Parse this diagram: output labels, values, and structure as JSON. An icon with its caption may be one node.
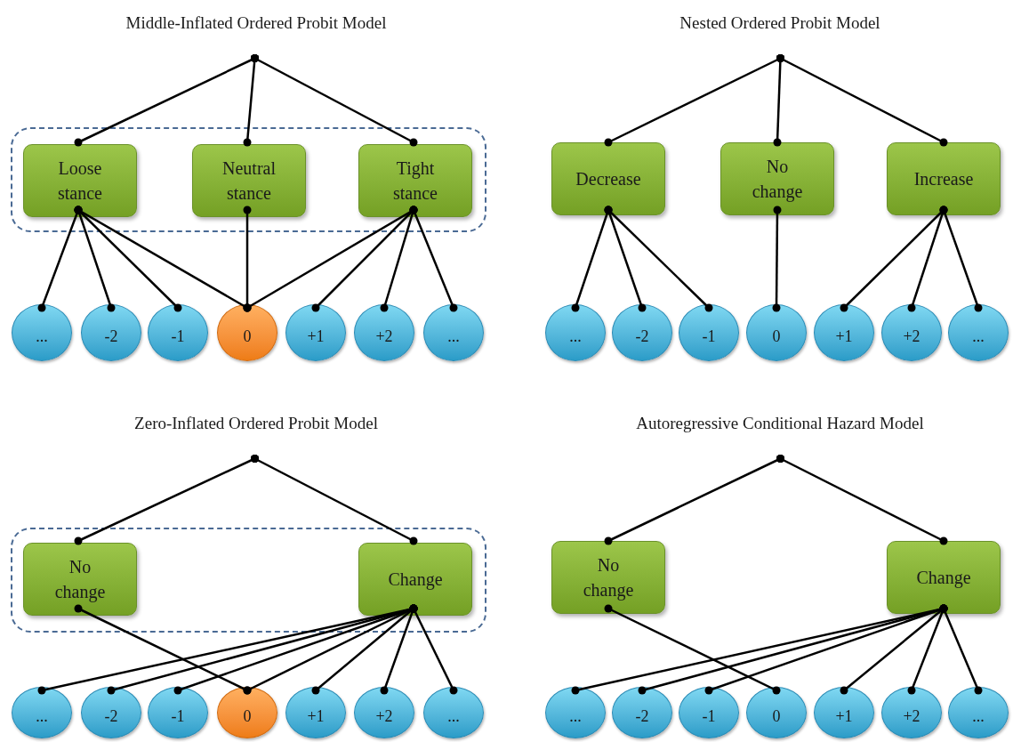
{
  "diagram": {
    "nodes": [
      {
        "text": [],
        "shape": "circle"
      },
      {
        "text": [],
        "shape": "box"
      },
      {
        "text": [
          "Loose stance"
        ],
        "in": 1
      },
      {
        "text": [
          "Neutral stance"
        ],
        "in": 1
      },
      {
        "text": [
          "Tight stance"
        ],
        "in": 1
      },
      {
        "text": [
          "..."
        ]
      },
      {
        "text": [
          "-2"
        ]
      },
      {
        "text": [
          "-1"
        ]
      },
      {
        "text": [
          "0"
        ]
      },
      {
        "text": [
          "+1"
        ]
      },
      {
        "text": [
          "+2"
        ]
      },
      {
        "text": [
          "..."
        ]
      },
      {
        "text": [],
        "shape": "circle"
      },
      {
        "text": [
          "Decrease"
        ]
      },
      {
        "text": [
          "No change"
        ]
      },
      {
        "text": [
          "Increase"
        ]
      },
      {
        "text": [
          "..."
        ]
      },
      {
        "text": [
          "-2"
        ]
      },
      {
        "text": [
          "-1"
        ]
      },
      {
        "text": [
          "0"
        ]
      },
      {
        "text": [
          "+1"
        ]
      },
      {
        "text": [
          "+2"
        ]
      },
      {
        "text": [
          "..."
        ]
      },
      {
        "text": [],
        "shape": "circle"
      },
      {
        "text": [],
        "shape": "box"
      },
      {
        "text": [
          "No change"
        ],
        "in": 24
      },
      {
        "text": [
          "Change"
        ],
        "in": 24
      },
      {
        "text": [
          "..."
        ]
      },
      {
        "text": [
          "-2"
        ]
      },
      {
        "text": [
          "-1"
        ]
      },
      {
        "text": [
          "0"
        ]
      },
      {
        "text": [
          "+1"
        ]
      },
      {
        "text": [
          "+2"
        ]
      },
      {
        "text": [
          "..."
        ]
      },
      {
        "text": [],
        "shape": "circle"
      },
      {
        "text": [
          "No change"
        ]
      },
      {
        "text": [
          "Change"
        ]
      },
      {
        "text": [
          "..."
        ]
      },
      {
        "text": [
          "-2"
        ]
      },
      {
        "text": [
          "-1"
        ]
      },
      {
        "text": [
          "0"
        ]
      },
      {
        "text": [
          "+1"
        ]
      },
      {
        "text": [
          "+2"
        ]
      },
      {
        "text": [
          "..."
        ]
      }
    ],
    "edges": [
      {
        "from": 0,
        "to": 2,
        "arrow": "other"
      },
      {
        "from": 0,
        "to": 3,
        "arrow": "other"
      },
      {
        "from": 0,
        "to": 4,
        "arrow": "other"
      },
      {
        "from": 2,
        "to": 5,
        "arrow": "other"
      },
      {
        "from": 2,
        "to": 6,
        "arrow": "other"
      },
      {
        "from": 2,
        "to": 7,
        "arrow": "other"
      },
      {
        "from": 2,
        "to": 8,
        "arrow": "other"
      },
      {
        "from": 3,
        "to": 8,
        "arrow": "other"
      },
      {
        "from": 4,
        "to": 8,
        "arrow": "other"
      },
      {
        "from": 4,
        "to": 9,
        "arrow": "other"
      },
      {
        "from": 4,
        "to": 10,
        "arrow": "other"
      },
      {
        "from": 4,
        "to": 11,
        "arrow": "other"
      },
      {
        "from": 12,
        "to": 13,
        "arrow": "other"
      },
      {
        "from": 12,
        "to": 14,
        "arrow": "other"
      },
      {
        "from": 12,
        "to": 15,
        "arrow": "other"
      },
      {
        "from": 13,
        "to": 16,
        "arrow": "other"
      },
      {
        "from": 13,
        "to": 17,
        "arrow": "other"
      },
      {
        "from": 13,
        "to": 18,
        "arrow": "other"
      },
      {
        "from": 14,
        "to": 19,
        "arrow": "other"
      },
      {
        "from": 15,
        "to": 20,
        "arrow": "other"
      },
      {
        "from": 15,
        "to": 21,
        "arrow": "other"
      },
      {
        "from": 15,
        "to": 22,
        "arrow": "other"
      },
      {
        "from": 23,
        "to": 25,
        "arrow": "other"
      },
      {
        "from": 23,
        "to": 26,
        "arrow": "other"
      },
      {
        "from": 25,
        "to": 30,
        "arrow": "other"
      },
      {
        "from": 26,
        "to": 27,
        "arrow": "other"
      },
      {
        "from": 26,
        "to": 28,
        "arrow": "other"
      },
      {
        "from": 26,
        "to": 29,
        "arrow": "other"
      },
      {
        "from": 26,
        "to": 30,
        "arrow": "other"
      },
      {
        "from": 26,
        "to": 31,
        "arrow": "other"
      },
      {
        "from": 26,
        "to": 32,
        "arrow": "other"
      },
      {
        "from": 26,
        "to": 33,
        "arrow": "other"
      },
      {
        "from": 34,
        "to": 35,
        "arrow": "other"
      },
      {
        "from": 34,
        "to": 36,
        "arrow": "other"
      },
      {
        "from": 35,
        "to": 40,
        "arrow": "other"
      },
      {
        "from": 36,
        "to": 37,
        "arrow": "other"
      },
      {
        "from": 36,
        "to": 38,
        "arrow": "other"
      },
      {
        "from": 36,
        "to": 39,
        "arrow": "other"
      },
      {
        "from": 36,
        "to": 41,
        "arrow": "other"
      },
      {
        "from": 36,
        "to": 42,
        "arrow": "other"
      },
      {
        "from": 36,
        "to": 43,
        "arrow": "other"
      }
    ],
    "labels": [
      "Middle-Inflated Ordered Probit Model",
      "Nested Ordered Probit Model",
      "Zero-Inflated Ordered Probit Model",
      "Autoregressive Conditional Hazard Model"
    ]
  }
}
